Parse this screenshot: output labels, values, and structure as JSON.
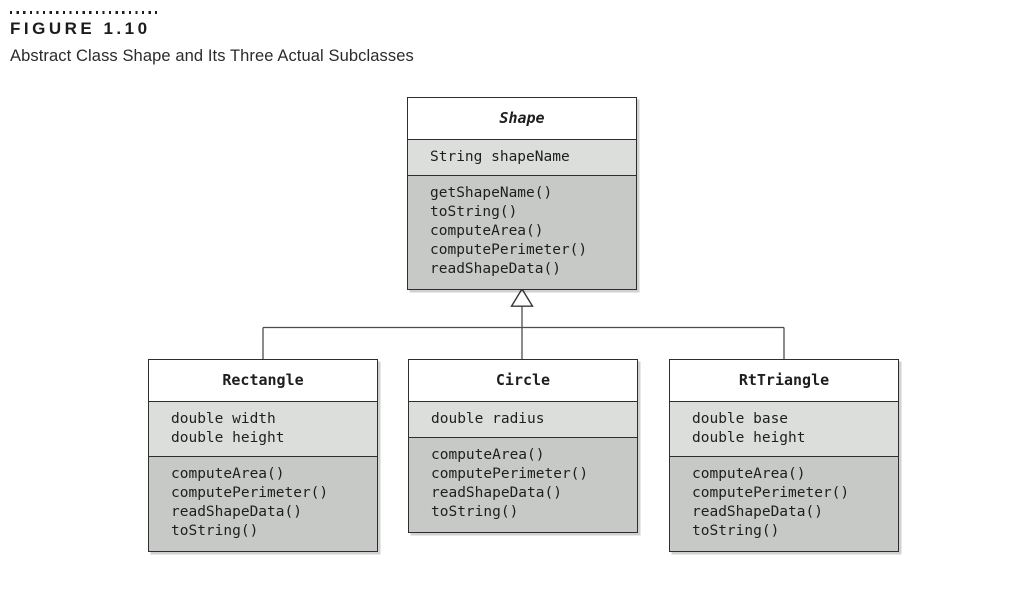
{
  "figure": {
    "label": "FIGURE 1.10",
    "caption": "Abstract Class Shape and Its Three Actual Subclasses"
  },
  "diagram": {
    "type": "uml-class-diagram",
    "relationship": "generalization",
    "superclass": {
      "name": "Shape",
      "abstract": true,
      "attributes": [
        "String shapeName"
      ],
      "methods": [
        "getShapeName()",
        "toString()",
        "computeArea()",
        "computePerimeter()",
        "readShapeData()"
      ]
    },
    "subclasses": [
      {
        "name": "Rectangle",
        "attributes": [
          "double width",
          "double height"
        ],
        "methods": [
          "computeArea()",
          "computePerimeter()",
          "readShapeData()",
          "toString()"
        ]
      },
      {
        "name": "Circle",
        "attributes": [
          "double radius"
        ],
        "methods": [
          "computeArea()",
          "computePerimeter()",
          "readShapeData()",
          "toString()"
        ]
      },
      {
        "name": "RtTriangle",
        "attributes": [
          "double base",
          "double height"
        ],
        "methods": [
          "computeArea()",
          "computePerimeter()",
          "readShapeData()",
          "toString()"
        ]
      }
    ],
    "colors": {
      "title_bg": "#ffffff",
      "attributes_bg": "#dcdedc",
      "methods_bg": "#c7c9c7",
      "border": "#2e2e2e",
      "connector": "#4d4d4d"
    }
  }
}
